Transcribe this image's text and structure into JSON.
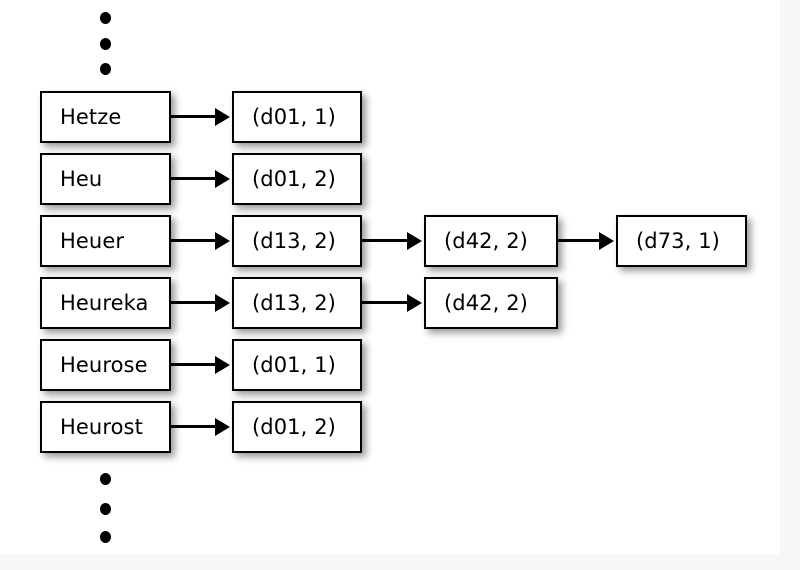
{
  "diagram": {
    "type": "inverted-index-postings-diagram",
    "background": "#ffffff",
    "page_background": "#f7f7f7",
    "ellipsis_top": [
      "dot",
      "dot",
      "dot"
    ],
    "ellipsis_bottom": [
      "dot",
      "dot",
      "dot"
    ],
    "rows": [
      {
        "term": "Hetze",
        "posting": "(d01, 1)",
        "chain": []
      },
      {
        "term": "Heu",
        "posting": "(d01, 2)",
        "chain": []
      },
      {
        "term": "Heuer",
        "posting": "(d13, 2)",
        "chain": [
          "(d42, 2)",
          "(d73, 1)"
        ]
      },
      {
        "term": "Heureka",
        "posting": "(d13, 2)",
        "chain": [
          "(d42, 2)"
        ]
      },
      {
        "term": "Heurose",
        "posting": "(d01, 1)",
        "chain": []
      },
      {
        "term": "Heurost",
        "posting": "(d01, 2)",
        "chain": []
      }
    ]
  }
}
